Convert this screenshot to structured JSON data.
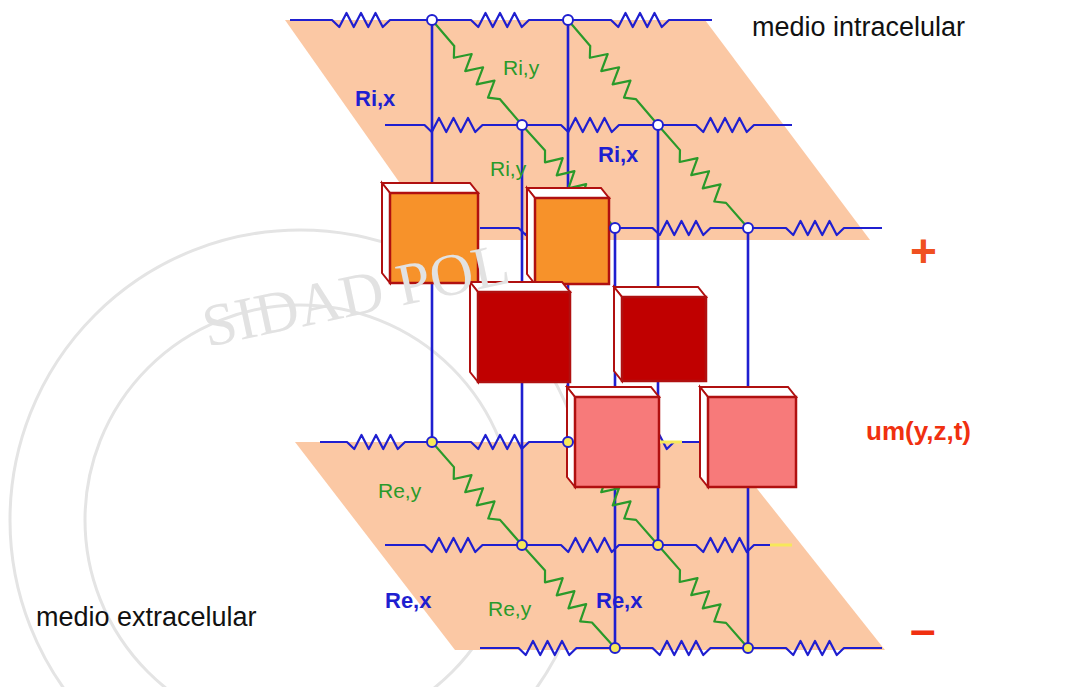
{
  "diagram": {
    "labels": [
      "medio intracelular",
      "Ri,x",
      "Ri,y",
      "Ri,y",
      "Ri,x",
      "+",
      "um(y,z,t)",
      "Re,y",
      "Re,x",
      "Re,y",
      "Re,x",
      "medio extracelular",
      "–",
      "SIDAD POL"
    ]
  }
}
